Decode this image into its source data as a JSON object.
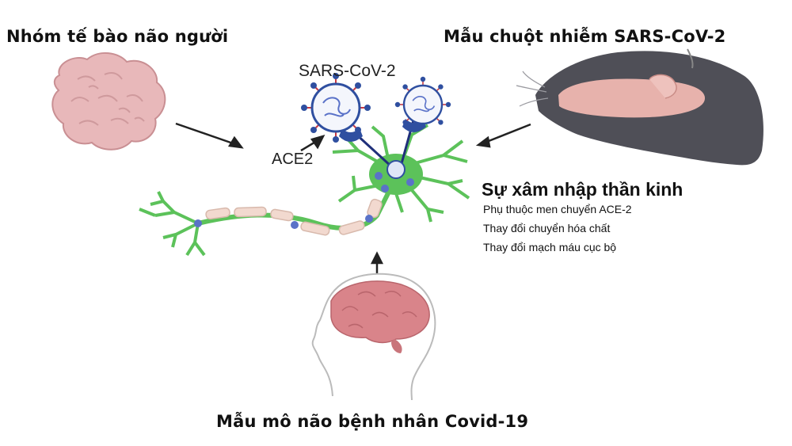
{
  "titles": {
    "left": "Nhóm tế bào não người",
    "right": "Mẫu chuột nhiễm SARS-CoV-2",
    "bottom": "Mẫu mô não bệnh nhân Covid-19"
  },
  "labels": {
    "virus": "SARS-CoV-2",
    "receptor": "ACE2"
  },
  "neuro": {
    "heading": "Sự xâm nhập thần kinh",
    "facts": [
      "Phụ thuộc men chuyển ACE-2",
      "Thay đổi chuyển hóa chất",
      "Thay đổi mạch máu cục bộ"
    ]
  },
  "colors": {
    "neuron": "#5cc25a",
    "virus": "#2f4fa0",
    "brain": "#d9848a",
    "organoid": "#e8b8ba",
    "mouse": "#4f4f57"
  }
}
